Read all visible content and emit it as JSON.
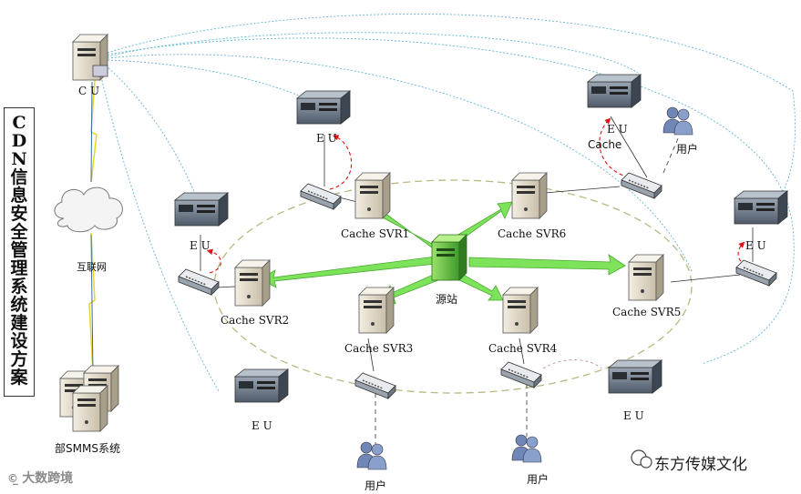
{
  "title": "CDN信息安全管理系统建设方案",
  "cu_label": "C U",
  "internet_label": "互联网",
  "smms_label": "部SMMS系统",
  "source_label": "源站",
  "eu_labels": {
    "top": "E U",
    "left": "E U",
    "right_top": "E U",
    "right": "E U",
    "bottom_left": "E U",
    "bottom_right": "E U"
  },
  "cache_word": "Cache",
  "cache_labels": [
    "Cache SVR1",
    "Cache SVR2",
    "Cache SVR3",
    "Cache SVR4",
    "Cache SVR5",
    "Cache SVR6"
  ],
  "user_labels": [
    "用户",
    "用户",
    "用户"
  ],
  "watermark_left": "大数跨境",
  "watermark_right": "东方传媒文化"
}
